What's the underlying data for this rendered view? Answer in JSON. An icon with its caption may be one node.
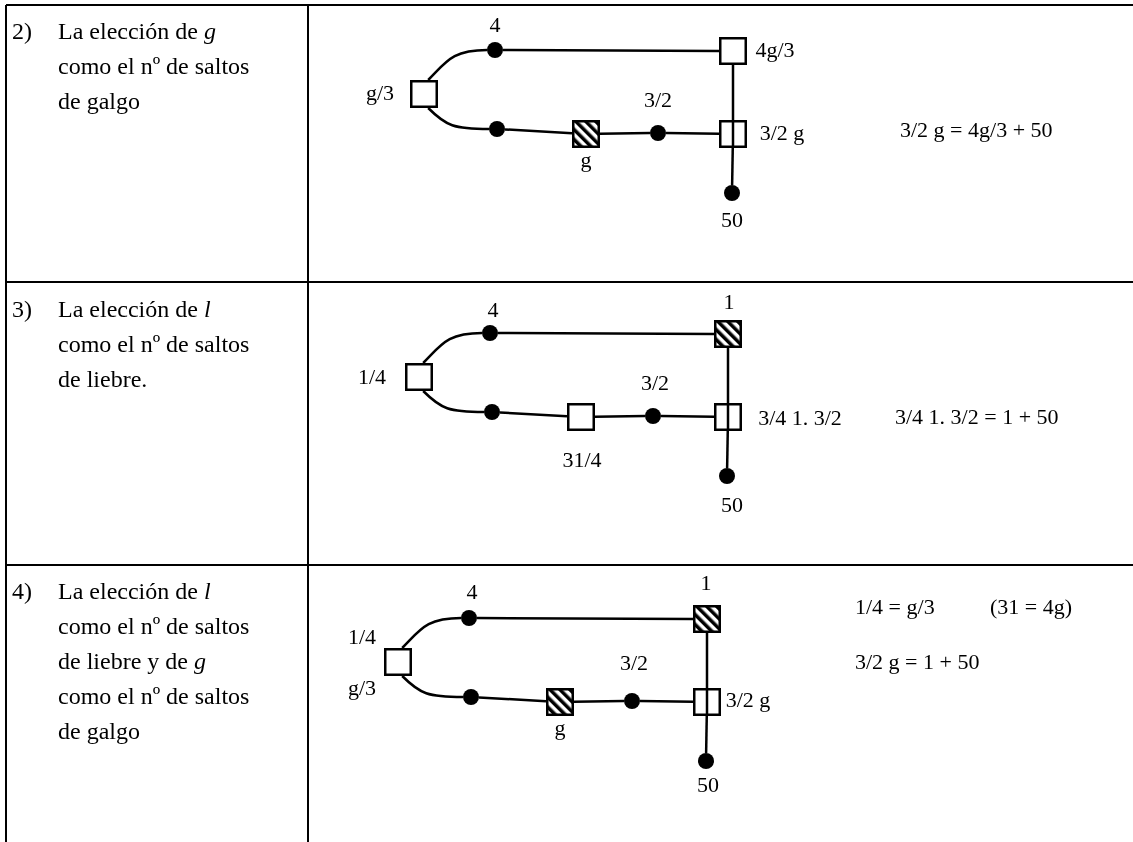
{
  "diagram": {
    "nodes": [
      {
        "text": [],
        "shape": "box",
        "beside": [
          "g/3"
        ]
      },
      {
        "text": [],
        "shape": "circle",
        "beside": [
          "4"
        ]
      },
      {
        "text": [],
        "shape": "box",
        "beside": [
          "4g/3"
        ]
      },
      {
        "text": [],
        "shape": "circle"
      },
      {
        "text": [],
        "shape": "box",
        "beside": [
          "g"
        ]
      },
      {
        "text": [],
        "shape": "circle",
        "beside": [
          "3/2"
        ]
      },
      {
        "text": [],
        "shape": "box",
        "beside": [
          "3/2 g"
        ]
      },
      {
        "text": [],
        "shape": "circle",
        "beside": [
          "50"
        ]
      },
      {
        "text": [],
        "shape": "box",
        "beside": [
          "1/4"
        ]
      },
      {
        "text": [],
        "shape": "circle",
        "beside": [
          "4"
        ]
      },
      {
        "text": [],
        "shape": "box",
        "beside": [
          "1"
        ]
      },
      {
        "text": [],
        "shape": "circle"
      },
      {
        "text": [],
        "shape": "box",
        "beside": [
          "31/4"
        ]
      },
      {
        "text": [],
        "shape": "circle",
        "beside": [
          "3/2"
        ]
      },
      {
        "text": [],
        "shape": "box",
        "beside": [
          "3/4 1. 3/2"
        ]
      },
      {
        "text": [],
        "shape": "circle",
        "beside": [
          "50"
        ]
      },
      {
        "text": [],
        "shape": "box",
        "beside": [
          "1/4",
          "g/3"
        ]
      },
      {
        "text": [],
        "shape": "circle",
        "beside": [
          "4"
        ]
      },
      {
        "text": [],
        "shape": "box",
        "beside": [
          "1"
        ]
      },
      {
        "text": [],
        "shape": "circle"
      },
      {
        "text": [],
        "shape": "box",
        "beside": [
          "g"
        ]
      },
      {
        "text": [],
        "shape": "circle",
        "beside": [
          "3/2"
        ]
      },
      {
        "text": [],
        "shape": "box",
        "beside": [
          "3/2 g"
        ]
      },
      {
        "text": [],
        "shape": "circle",
        "beside": [
          "50"
        ]
      }
    ],
    "edges": [
      {
        "from": 0,
        "to": 1,
        "arrow": "none"
      },
      {
        "from": 1,
        "to": 2,
        "arrow": "none"
      },
      {
        "from": 0,
        "to": 3,
        "arrow": "none"
      },
      {
        "from": 3,
        "to": 4,
        "arrow": "none"
      },
      {
        "from": 4,
        "to": 5,
        "arrow": "none"
      },
      {
        "from": 5,
        "to": 6,
        "arrow": "none"
      },
      {
        "from": 2,
        "to": 6,
        "arrow": "none"
      },
      {
        "from": 6,
        "to": 7,
        "arrow": "none"
      },
      {
        "from": 8,
        "to": 9,
        "arrow": "none"
      },
      {
        "from": 9,
        "to": 10,
        "arrow": "none"
      },
      {
        "from": 8,
        "to": 11,
        "arrow": "none"
      },
      {
        "from": 11,
        "to": 12,
        "arrow": "none"
      },
      {
        "from": 12,
        "to": 13,
        "arrow": "none"
      },
      {
        "from": 13,
        "to": 14,
        "arrow": "none"
      },
      {
        "from": 10,
        "to": 14,
        "arrow": "none"
      },
      {
        "from": 14,
        "to": 15,
        "arrow": "none"
      },
      {
        "from": 16,
        "to": 17,
        "arrow": "none"
      },
      {
        "from": 17,
        "to": 18,
        "arrow": "none"
      },
      {
        "from": 16,
        "to": 19,
        "arrow": "none"
      },
      {
        "from": 19,
        "to": 20,
        "arrow": "none"
      },
      {
        "from": 20,
        "to": 21,
        "arrow": "none"
      },
      {
        "from": 21,
        "to": 22,
        "arrow": "none"
      },
      {
        "from": 18,
        "to": 22,
        "arrow": "none"
      },
      {
        "from": 22,
        "to": 23,
        "arrow": "none"
      }
    ],
    "labels": [
      "2)",
      "La elección de *g* como el nº de saltos de galgo",
      "3/2 g = 4g/3 + 50",
      "3)",
      "La elección de *l* como el nº de saltos de liebre.",
      "3/4 1. 3/2 = 1 + 50",
      "4)",
      "La elección de *l* como el nº de saltos de liebre y de *g* como el nº de saltos de galgo",
      "1/4 = g/3",
      "(31 = 4g)",
      "3/2 g = 1 + 50"
    ]
  }
}
